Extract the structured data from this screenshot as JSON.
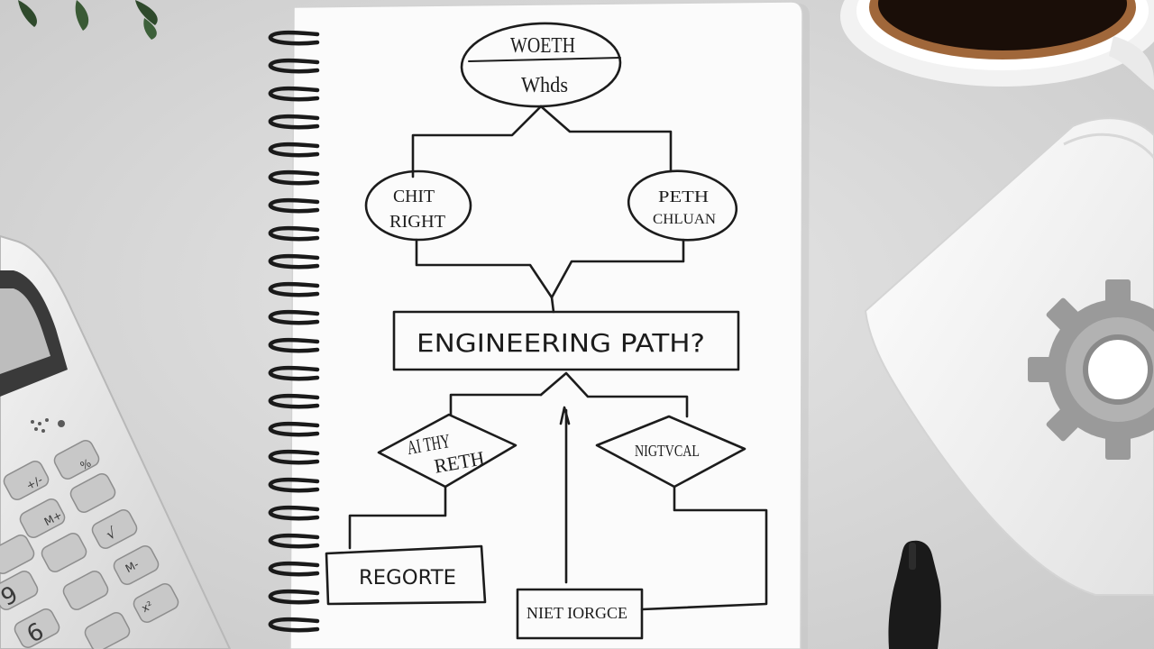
{
  "flowchart": {
    "top_node": {
      "line1": "WOETH",
      "line2": "Whds"
    },
    "left_node": {
      "line1": "CHIT",
      "line2": "RIGHT"
    },
    "right_node": {
      "line1": "PETH",
      "line2": "CHLUAN"
    },
    "center_box": "ENGINEERING PATH?",
    "left_diamond": {
      "line1": "AI THY",
      "line2": "RETH"
    },
    "right_diamond": "NIGTVCAL",
    "left_box": "REGORTE",
    "bottom_box": "NIET IORGCE"
  },
  "calculator": {
    "keys": [
      "9",
      "6",
      "+/-",
      "√",
      "%",
      "M+",
      "M-",
      "x²"
    ]
  },
  "colors": {
    "desk": "#d9d9d9",
    "paper": "#fbfbfb",
    "ink": "#1c1c1c",
    "coffee": "#1a0e08",
    "gear": "#9a9a9a"
  }
}
